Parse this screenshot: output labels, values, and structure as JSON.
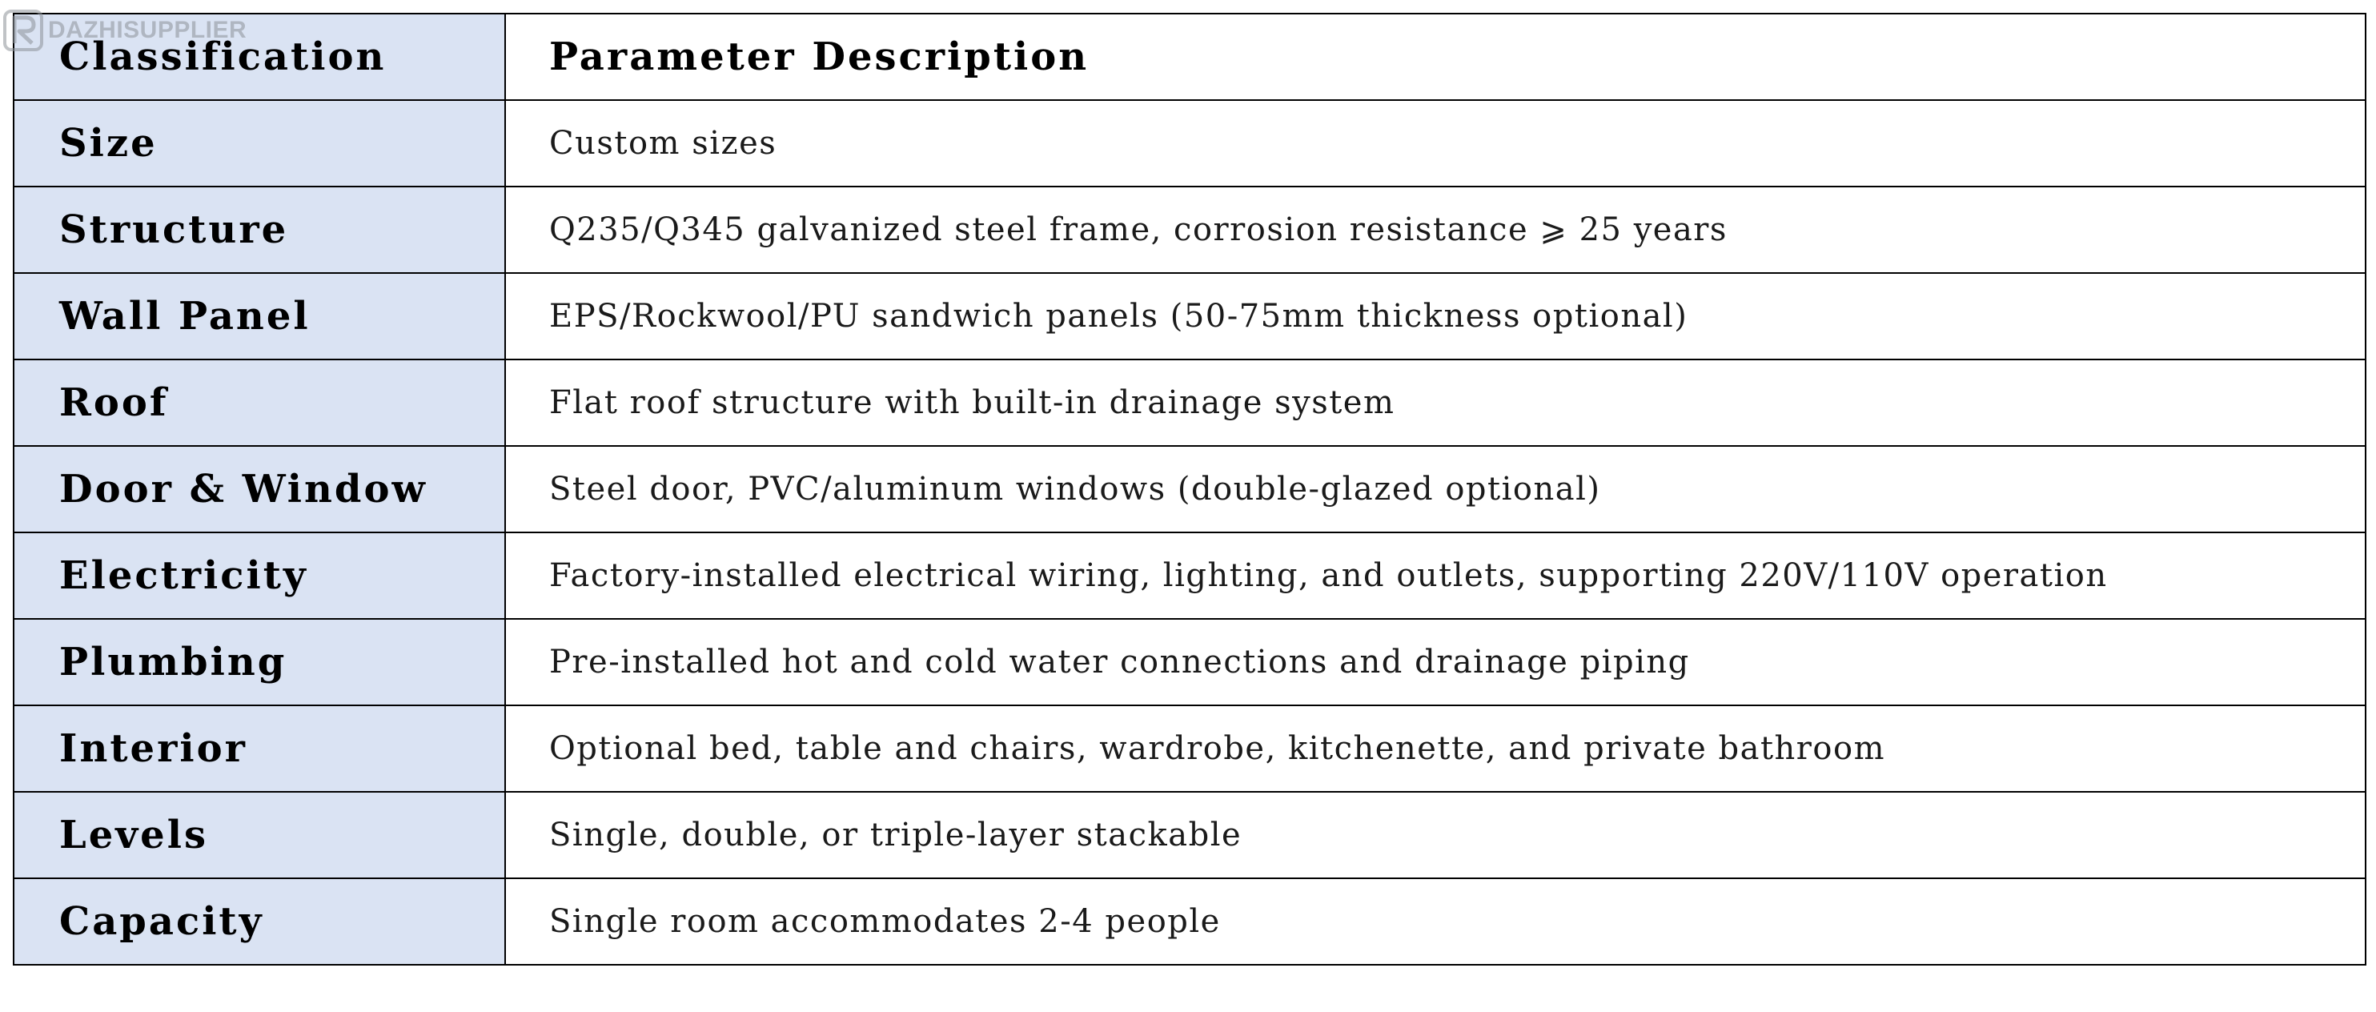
{
  "watermark": {
    "text": "DAZHISUPPLIER",
    "logo_letter": "R"
  },
  "table": {
    "header": {
      "classification": "Classification",
      "description": "Parameter Description"
    },
    "rows": [
      {
        "classification": "Size",
        "description": "Custom sizes"
      },
      {
        "classification": "Structure",
        "description": "Q235/Q345 galvanized steel frame, corrosion resistance ⩾ 25 years"
      },
      {
        "classification": "Wall Panel",
        "description": "EPS/Rockwool/PU sandwich panels (50-75mm thickness optional)"
      },
      {
        "classification": "Roof",
        "description": "Flat roof structure with built-in drainage system"
      },
      {
        "classification": "Door & Window",
        "description": "Steel door, PVC/aluminum windows (double-glazed optional)"
      },
      {
        "classification": "Electricity",
        "description": "Factory-installed electrical wiring, lighting, and outlets, supporting 220V/110V operation"
      },
      {
        "classification": "Plumbing",
        "description": "Pre-installed hot and cold water connections and drainage piping"
      },
      {
        "classification": "Interior",
        "description": "Optional bed, table and chairs, wardrobe, kitchenette, and private bathroom"
      },
      {
        "classification": "Levels",
        "description": "Single, double, or triple-layer stackable"
      },
      {
        "classification": "Capacity",
        "description": "Single room accommodates 2-4 people"
      }
    ]
  },
  "colors": {
    "header_column_bg": "#dae3f3",
    "border": "#000000",
    "watermark": "#8d9399"
  }
}
